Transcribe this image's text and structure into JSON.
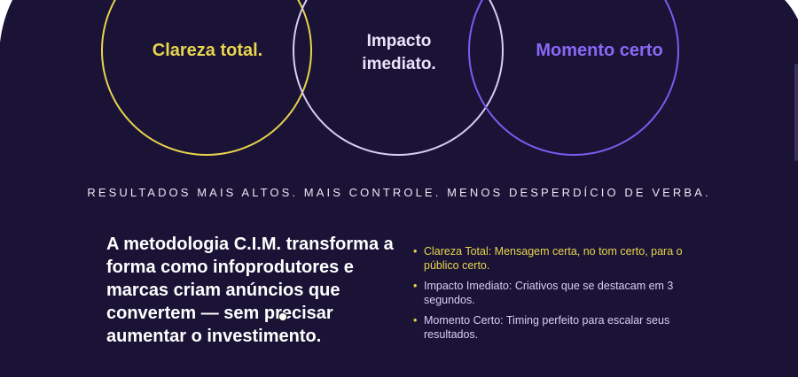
{
  "colors": {
    "background": "#1a1336",
    "yellow": "#e8d44d",
    "lavender": "#d9cdf5",
    "purple": "#7b5cf0",
    "text": "#ffffff"
  },
  "venn": {
    "left_label": "Clareza total.",
    "middle_label_line1": "Impacto",
    "middle_label_line2": "imediato.",
    "right_label": "Momento certo"
  },
  "tagline": "RESULTADOS MAIS ALTOS. MAIS CONTROLE. MENOS DESPERDÍCIO DE VERBA.",
  "headline": "A metodologia C.I.M. transforma a forma como infoprodutores e marcas criam anúncios que convertem — sem precisar aumentar o investimento.",
  "bullets": [
    {
      "text": "Clareza Total: Mensagem certa, no tom certo, para o público certo.",
      "color": "#e8d44d"
    },
    {
      "text": "Impacto Imediato: Criativos que se destacam em 3 segundos.",
      "color": "#d9cdf5"
    },
    {
      "text": "Momento Certo: Timing perfeito para escalar seus resultados.",
      "color": "#d9cdf5"
    }
  ]
}
